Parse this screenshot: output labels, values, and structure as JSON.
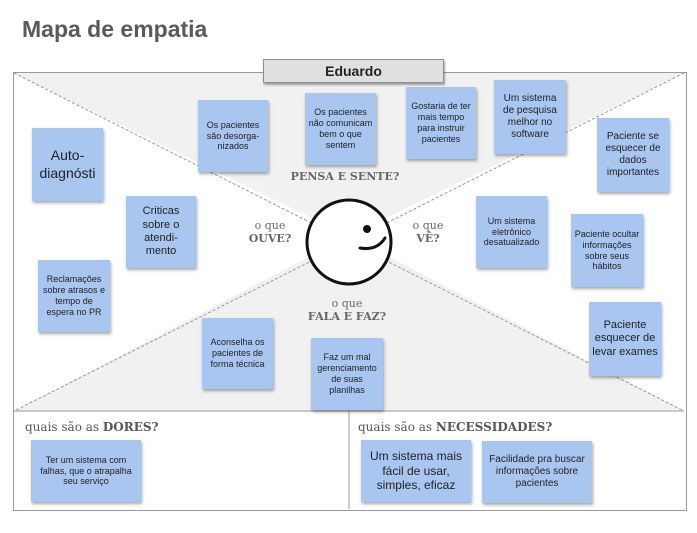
{
  "title": "Mapa de empatia",
  "persona": "Eduardo",
  "quadrants": {
    "pensa": {
      "prefix": "",
      "keyword": "PENSA E SENTE?"
    },
    "ouve": {
      "prefix": "o que",
      "keyword": "OUVE?"
    },
    "ve": {
      "prefix": "o que",
      "keyword": "VÊ?"
    },
    "fala": {
      "prefix": "o que",
      "keyword": "FALA E FAZ?"
    }
  },
  "bottom": {
    "dores": {
      "prefix": "quais são as ",
      "keyword": "DORES?"
    },
    "necessidades": {
      "prefix": "quais são as ",
      "keyword": "NECESSIDADES?"
    }
  },
  "notes": {
    "pensa": [
      "Os pacientes são desorga-nizados",
      "Os pacientes não comunicam bem o que sentem",
      "Gostaria de ter mais tempo para instruir pacientes",
      "Um sistema de pesquisa melhor no software"
    ],
    "ouve": [
      "Auto-diagnósti",
      "Criticas sobre o atendi-mento",
      "Reclamações sobre atrasos e tempo de espera no PR"
    ],
    "ve": [
      "Paciente se esquecer de dados importantes",
      "Um sistema eletrônico desatualizado",
      "Paciente ocultar informações sobre seus hábitos",
      "Paciente esquecer de levar exames"
    ],
    "fala": [
      "Aconselha os pacientes de forma técnica",
      "Faz um mal gerenciamento de suas planilhas"
    ],
    "dores": [
      "Ter um sistema com falhas, que o atrapalha seu serviço"
    ],
    "necessidades": [
      "Um sistema mais fácil de usar, simples, eficaz",
      "Facilidade pra buscar informações sobre pacientes"
    ]
  },
  "colors": {
    "sticky": "#a9c6f1",
    "quadrant_fill": "#f1f1f1",
    "divider": "#9a9a9a",
    "title": "#5a5a5a"
  }
}
